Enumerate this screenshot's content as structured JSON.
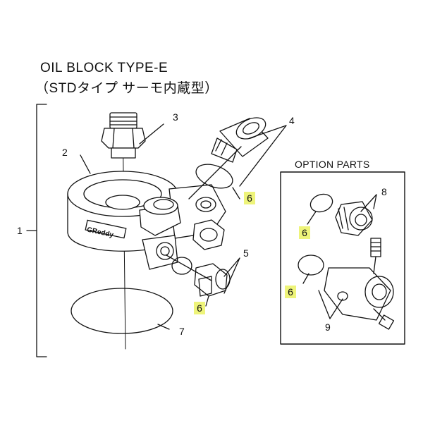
{
  "title": {
    "line1": "OIL BLOCK TYPE-E",
    "line2": "（STDタイプ サーモ内蔵型）"
  },
  "option_box": {
    "label": "OPTION PARTS"
  },
  "brand_mark": "GReddy",
  "callouts": {
    "c1": "1",
    "c2": "2",
    "c3": "3",
    "c4": "4",
    "c5": "5",
    "c6a": "6",
    "c6b": "6",
    "c7": "7",
    "c8": "8",
    "c6c": "6",
    "c6d": "6",
    "c9": "9"
  },
  "colors": {
    "highlight": "#eef47a",
    "line": "#111111"
  }
}
